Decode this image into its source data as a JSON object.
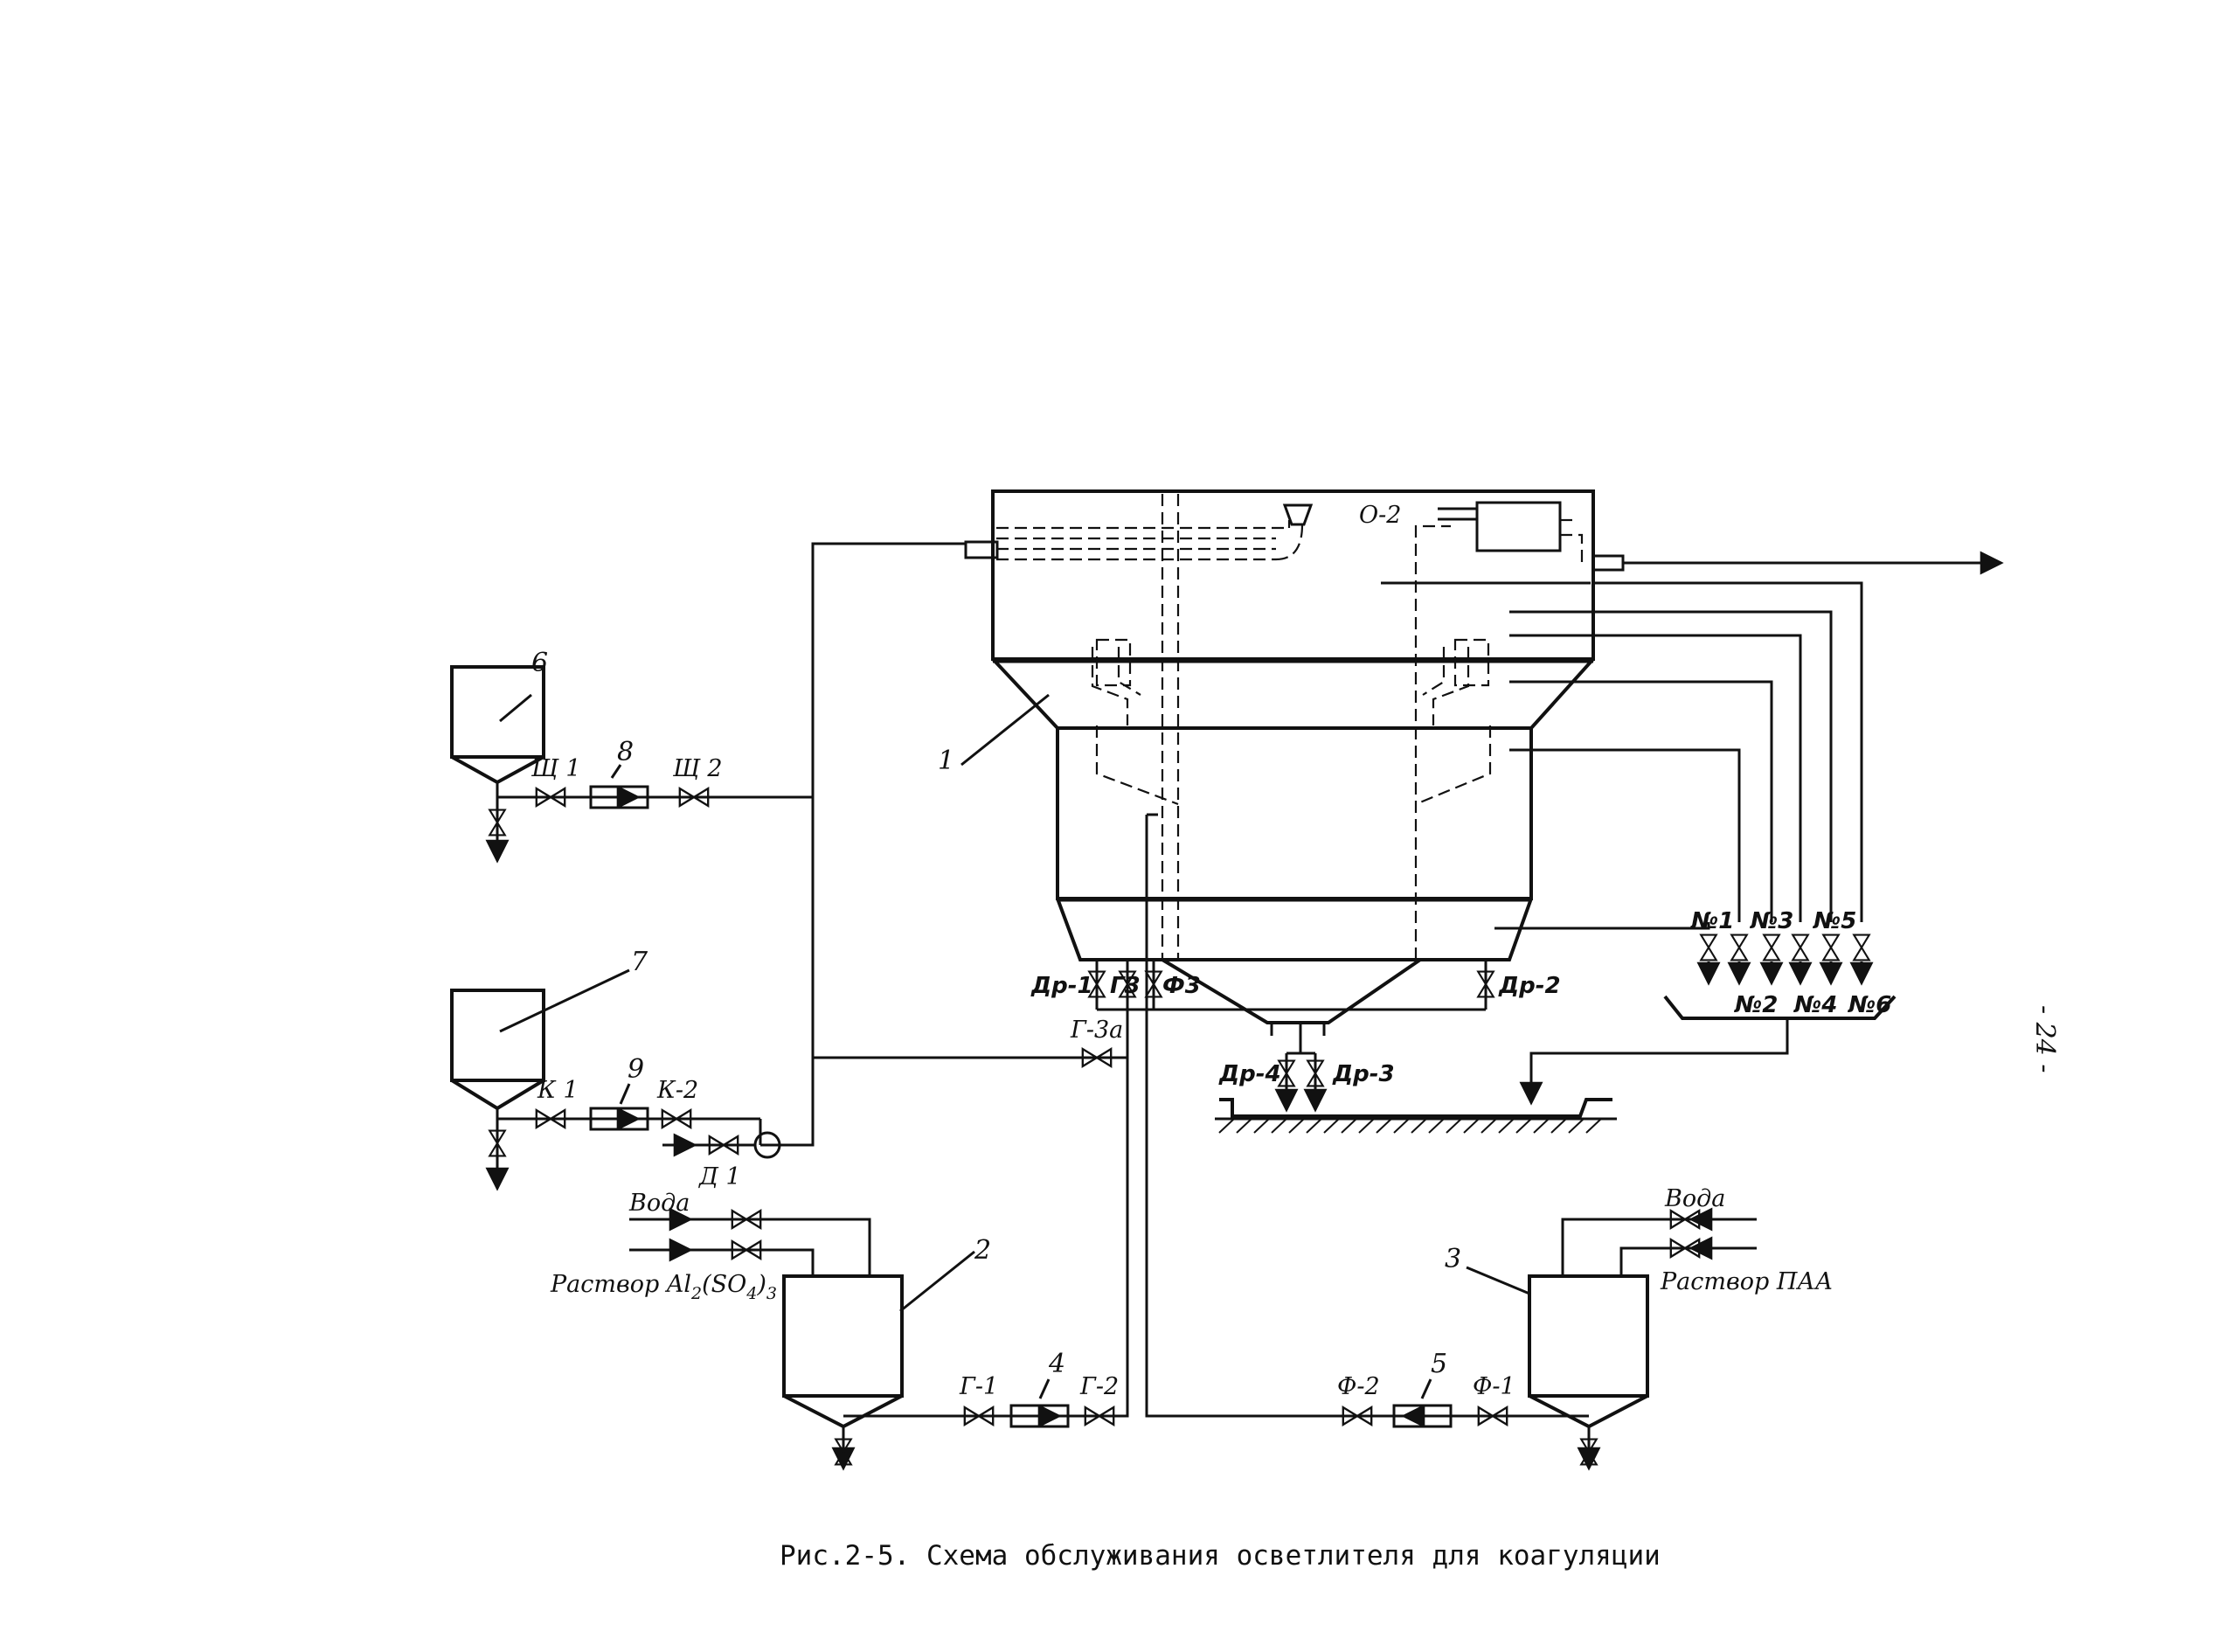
{
  "caption": "Рис.2-5. Схема обслуживания осветлителя для коагуляции",
  "page_number": "- 24 -",
  "items": {
    "n1": "1",
    "n2": "2",
    "n3": "3",
    "n4": "4",
    "n5": "5",
    "n6": "6",
    "n7": "7",
    "n8": "8",
    "n9": "9"
  },
  "streams": {
    "voda_left": "Вода",
    "rastvor_al_main": "Раствор Al",
    "rastvor_al_sub2": "2",
    "rastvor_al_so4": "(SO",
    "rastvor_al_sub4": "4",
    "rastvor_al_close": ")",
    "rastvor_al_sub3": "3",
    "voda_right": "Вода",
    "rastvor_paa": "Раствор ПАА"
  },
  "valves": {
    "o2": "О-2",
    "shch1": "Щ 1",
    "shch2": "Щ 2",
    "k1": "К 1",
    "k2": "К-2",
    "d1": "Д 1",
    "g3a": "Г-3а",
    "g1": "Г-1",
    "g2": "Г-2",
    "f1": "Ф-1",
    "f2": "Ф-2",
    "f3": "Ф3",
    "dr1": "Др-1",
    "dr2": "Др-2",
    "dr3": "Др-3",
    "dr4": "Др-4",
    "f3_small": "Г3"
  },
  "samplers": {
    "no1": "№1",
    "no2": "№2",
    "no3": "№3",
    "no4": "№4",
    "no5": "№5",
    "no6": "№6"
  }
}
